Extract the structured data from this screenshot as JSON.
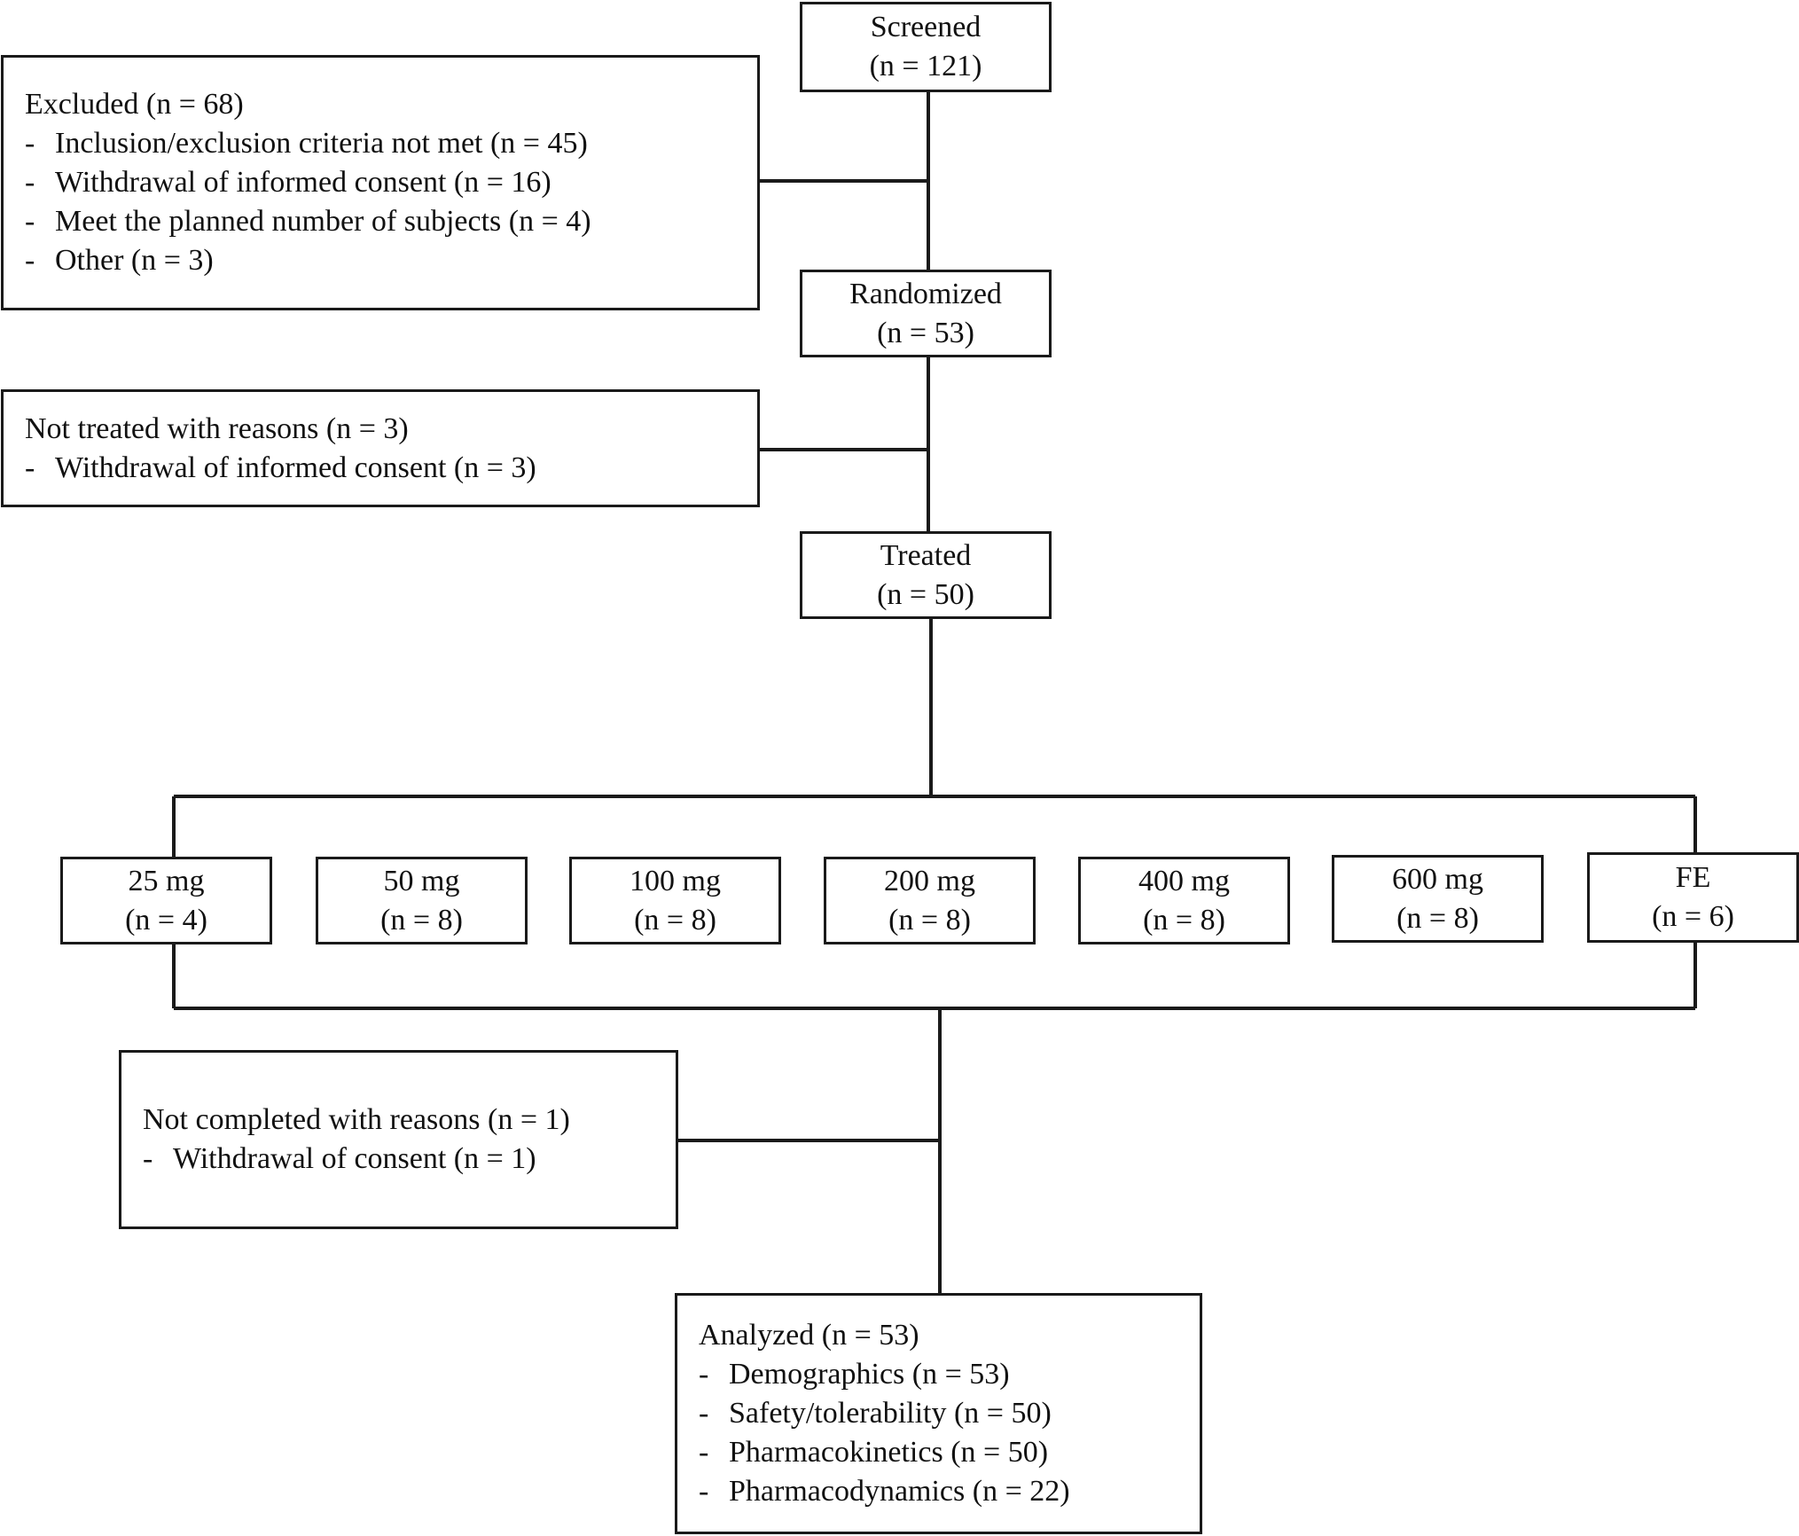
{
  "screened": {
    "label": "Screened",
    "n": "(n = 121)"
  },
  "excluded": {
    "title": "Excluded (n = 68)",
    "items": [
      "Inclusion/exclusion criteria not met (n = 45)",
      "Withdrawal of informed consent (n = 16)",
      "Meet the planned number of subjects (n = 4)",
      "Other (n = 3)"
    ]
  },
  "randomized": {
    "label": "Randomized",
    "n": "(n = 53)"
  },
  "not_treated": {
    "title": "Not treated with reasons (n = 3)",
    "items": [
      "Withdrawal of informed consent (n = 3)"
    ]
  },
  "treated": {
    "label": "Treated",
    "n": "(n = 50)"
  },
  "arms": [
    {
      "label": "25 mg",
      "n": "(n = 4)"
    },
    {
      "label": "50 mg",
      "n": "(n = 8)"
    },
    {
      "label": "100 mg",
      "n": "(n = 8)"
    },
    {
      "label": "200 mg",
      "n": "(n = 8)"
    },
    {
      "label": "400 mg",
      "n": "(n = 8)"
    },
    {
      "label": "600 mg",
      "n": "(n = 8)"
    },
    {
      "label": "FE",
      "n": "(n = 6)"
    }
  ],
  "not_completed": {
    "title": "Not completed with reasons (n = 1)",
    "items": [
      "Withdrawal of consent (n = 1)"
    ]
  },
  "analyzed": {
    "title": "Analyzed (n = 53)",
    "items": [
      "Demographics (n = 53)",
      "Safety/tolerability (n = 50)",
      "Pharmacokinetics (n = 50)",
      "Pharmacodynamics (n = 22)"
    ]
  },
  "bullet": "-"
}
